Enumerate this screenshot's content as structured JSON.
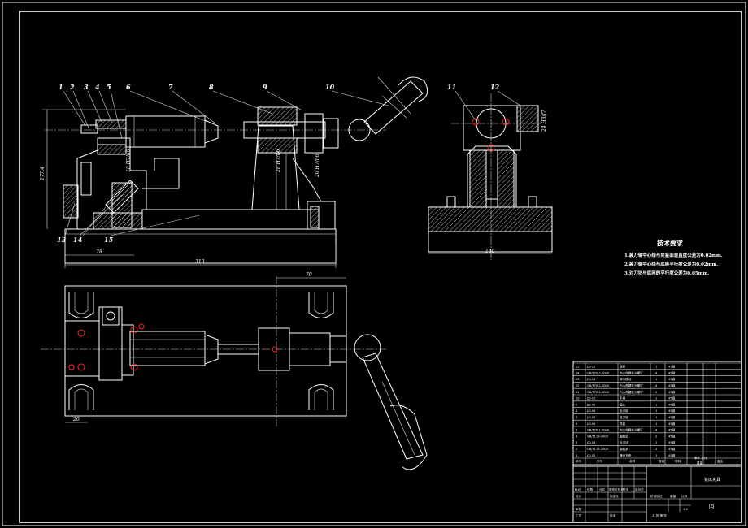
{
  "drawing": {
    "part_labels": [
      "1",
      "2",
      "3",
      "4",
      "5",
      "6",
      "7",
      "8",
      "9",
      "10",
      "11",
      "12",
      "13",
      "14",
      "15"
    ],
    "dimensions": {
      "height_total": "177.4",
      "length_78": "78",
      "length_310": "310",
      "fit_a": "18 H7/n6",
      "fit_b": "28 H7/n6",
      "fit_c": "20 H7/n6",
      "side_width": "140",
      "side_small": "24 H8/f7",
      "top_width": "70",
      "top_left": "20"
    },
    "notes": {
      "title": "技术要求",
      "lines": [
        "1.装刀轴中心线与夹紧面垂直度公差为0.02mm.",
        "2.装刀轴中心线与底座平行度公差为0.02mm.",
        "3.对刀块与底座的平行度公差为0.05mm."
      ]
    },
    "title_block": {
      "rows": [
        {
          "no": "15",
          "code": "JZJ-15",
          "name": "底座",
          "qty": "1",
          "mat": "45钢"
        },
        {
          "no": "14",
          "code": "GB/T70.1-2000",
          "name": "内六角圆柱头螺钉",
          "qty": "4",
          "mat": "45钢"
        },
        {
          "no": "13",
          "code": "JZJ-13",
          "name": "滑块移动",
          "qty": "1",
          "mat": "45钢"
        },
        {
          "no": "12",
          "code": "GB/T70.1-2000",
          "name": "内六角圆柱头螺钉",
          "qty": "4",
          "mat": "45钢"
        },
        {
          "no": "11",
          "code": "GB/T70.1-2000",
          "name": "内六角圆柱头螺钉",
          "qty": "2",
          "mat": "45钢"
        },
        {
          "no": "10",
          "code": "JZJ-10",
          "name": "手柄",
          "qty": "1",
          "mat": "45钢"
        },
        {
          "no": "9",
          "code": "JZJ-09",
          "name": "偏心",
          "qty": "1",
          "mat": "45钢"
        },
        {
          "no": "8",
          "code": "JZJ-08",
          "name": "支承架",
          "qty": "1",
          "mat": "45钢"
        },
        {
          "no": "7",
          "code": "JZJ-07",
          "name": "装刀轴",
          "qty": "1",
          "mat": "45钢"
        },
        {
          "no": "6",
          "code": "JZJ-06",
          "name": "导套",
          "qty": "1",
          "mat": "45钢"
        },
        {
          "no": "5",
          "code": "GB/T70.1-2000",
          "name": "内六角圆柱头螺钉",
          "qty": "4",
          "mat": "45钢"
        },
        {
          "no": "4",
          "code": "GB/T119-2000",
          "name": "圆柱销",
          "qty": "2",
          "mat": "45钢"
        },
        {
          "no": "3",
          "code": "JZJ-03",
          "name": "对刀块",
          "qty": "1",
          "mat": "45钢"
        },
        {
          "no": "2",
          "code": "GB/T119-2000",
          "name": "圆柱销",
          "qty": "2",
          "mat": "45钢"
        },
        {
          "no": "1",
          "code": "JZJ-01",
          "name": "滑块支座",
          "qty": "1",
          "mat": "45钢"
        }
      ],
      "header": {
        "no": "序号",
        "code": "代号",
        "name": "名称",
        "qty": "数量",
        "mat": "材料",
        "wt": "单件 总计",
        "weight": "重量",
        "remark": "备注"
      },
      "drawing_name": "铣床夹具",
      "drawing_code": "JZJ",
      "labels": {
        "mark": "标记",
        "count": "处数",
        "zone": "分区",
        "change": "更改文件号",
        "sign": "签名",
        "date": "年月日",
        "design": "设计",
        "std": "标准化",
        "stage": "阶段标记",
        "weight": "重量",
        "scale": "比例",
        "review": "审核",
        "craft": "工艺",
        "approve": "批准",
        "sheet": "共 张 第 张",
        "scale_val": "1:2"
      }
    }
  }
}
